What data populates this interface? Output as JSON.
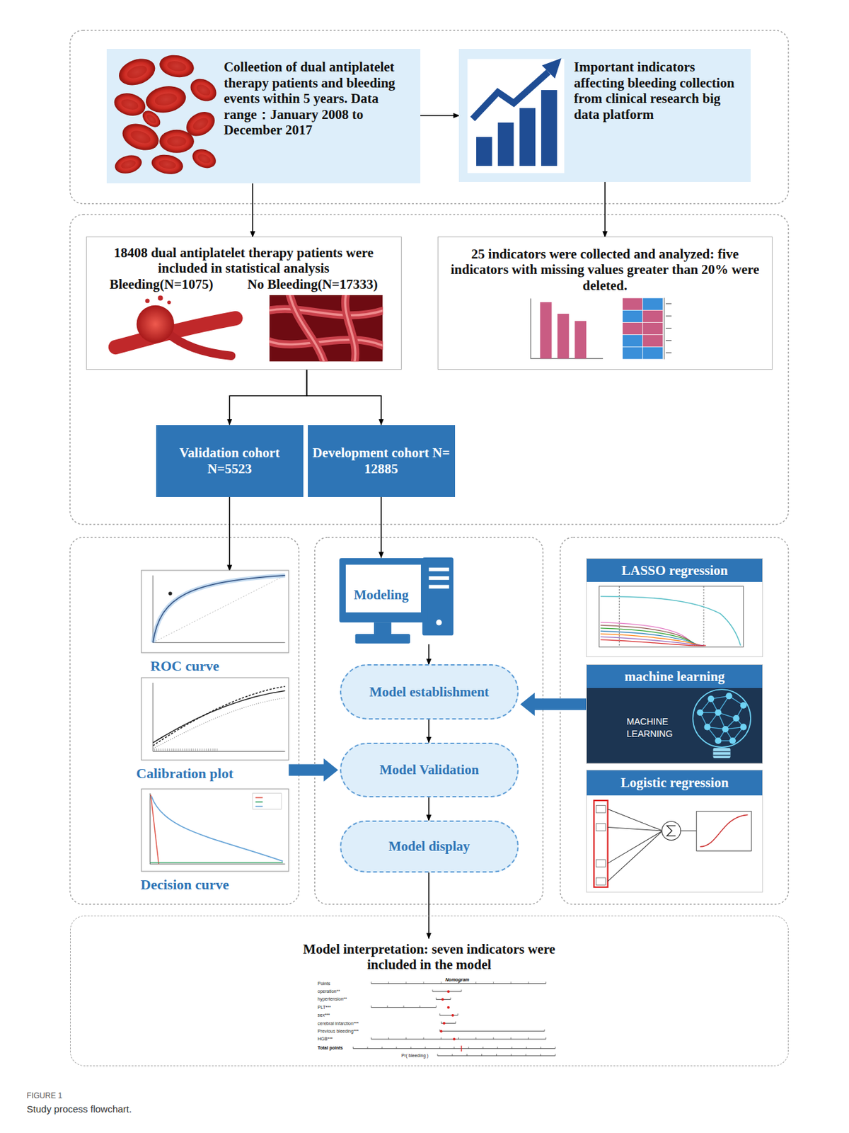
{
  "diagram": {
    "caption": "Study process flowchart.",
    "nodes": [
      {
        "text": [
          "Colleetion of dual antiplatelet therapy patients and bleeding events within 5 years. Data range：January 2008 to December 2017"
        ]
      },
      {
        "text": [
          "Important indicators affecting bleeding collection from clinical research big data platform"
        ]
      },
      {
        "text": [
          "18408 dual antiplatelet therapy patients were included in statistical analysis",
          "Bleeding(N=1075)",
          "No Bleeding(N=17333)"
        ]
      },
      {
        "text": [
          "25 indicators were collected and analyzed: five indicators with missing values greater than 20% were deleted."
        ]
      },
      {
        "text": [
          "Validation cohort N=5523"
        ]
      },
      {
        "text": [
          "Development cohort N= 12885"
        ]
      },
      {
        "text": [
          "ROC curve"
        ]
      },
      {
        "text": [
          "Calibration plot"
        ]
      },
      {
        "text": [
          "Decision curve"
        ]
      },
      {
        "text": [
          "Modeling"
        ]
      },
      {
        "text": [
          "Model establishment"
        ]
      },
      {
        "text": [
          "Model Validation"
        ]
      },
      {
        "text": [
          "Model display"
        ]
      },
      {
        "text": [
          "LASSO regression"
        ]
      },
      {
        "text": [
          "machine learning"
        ]
      },
      {
        "text": [
          "Logistic regression"
        ]
      },
      {
        "text": [
          "Model interpretation: seven indicators were included in the model"
        ]
      }
    ],
    "edges": [
      {
        "from": 0,
        "to": 1,
        "arrow": "to"
      },
      {
        "from": 0,
        "to": 2,
        "arrow": "to"
      },
      {
        "from": 1,
        "to": 3,
        "arrow": "to"
      },
      {
        "from": 2,
        "to": 4,
        "arrow": "to"
      },
      {
        "from": 2,
        "to": 5,
        "arrow": "to"
      },
      {
        "from": 4,
        "to": 6,
        "arrow": "to"
      },
      {
        "from": 5,
        "to": 9,
        "arrow": "to"
      },
      {
        "from": 9,
        "to": 10,
        "arrow": "to"
      },
      {
        "from": 10,
        "to": 11,
        "arrow": "to"
      },
      {
        "from": 11,
        "to": 12,
        "arrow": "to"
      },
      {
        "from": 7,
        "to": 11,
        "arrow": "to"
      },
      {
        "from": 14,
        "to": 10,
        "arrow": "to"
      },
      {
        "from": 12,
        "to": 16,
        "arrow": "to"
      }
    ],
    "labels": [
      "MACHINE",
      "LEARNING",
      "Nomogram",
      "Points",
      "operation**",
      "hypertension**",
      "PLT***",
      "sex***",
      "cerebral infarction***",
      "Previous bleeding***",
      "HGB***",
      "Total points",
      "Pr( bleeding )",
      "FIGURE 1"
    ]
  }
}
